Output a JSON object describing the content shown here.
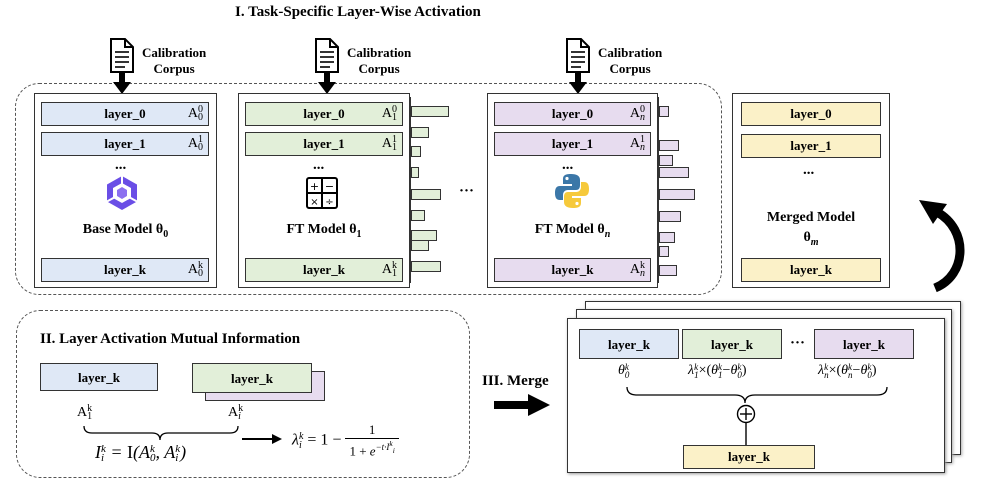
{
  "section1": {
    "title": "I. Task-Specific Layer-Wise Activation"
  },
  "section2": {
    "title": "II. Layer Activation Mutual Information"
  },
  "section3": {
    "title": "III. Merge"
  },
  "calibration": {
    "line1": "Calibration",
    "line2": "Corpus"
  },
  "base_model": {
    "label": "Base Model θ",
    "label_sub": "0",
    "layers": [
      {
        "name": "layer_0",
        "act": "A",
        "sup": "0",
        "sub": "0"
      },
      {
        "name": "layer_1",
        "act": "A",
        "sup": "1",
        "sub": "0"
      },
      {
        "name": "layer_k",
        "act": "A",
        "sup": "k",
        "sub": "0"
      }
    ]
  },
  "ft_model_1": {
    "label": "FT Model θ",
    "label_sub": "1",
    "layers": [
      {
        "name": "layer_0",
        "act": "A",
        "sup": "0",
        "sub": "1"
      },
      {
        "name": "layer_1",
        "act": "A",
        "sup": "1",
        "sub": "1"
      },
      {
        "name": "layer_k",
        "act": "A",
        "sup": "k",
        "sub": "1"
      }
    ]
  },
  "ft_model_n": {
    "label": "FT Model θ",
    "label_sub": "n",
    "layers": [
      {
        "name": "layer_0",
        "act": "A",
        "sup": "0",
        "sub": "n"
      },
      {
        "name": "layer_1",
        "act": "A",
        "sup": "1",
        "sub": "n"
      },
      {
        "name": "layer_k",
        "act": "A",
        "sup": "k",
        "sub": "n"
      }
    ]
  },
  "merged_model": {
    "label": "Merged Model",
    "theta": "θ",
    "theta_sub": "m",
    "layers": [
      "layer_0",
      "layer_1",
      "layer_k"
    ]
  },
  "ellipsis": "...",
  "ellipsis_between": "···",
  "section2_content": {
    "layer_left": "layer_k",
    "layer_right": "layer_k",
    "a_left": "A",
    "a_left_sup": "k",
    "a_left_sub": "1",
    "a_right": "A",
    "a_right_sup": "k",
    "a_right_sub": "i",
    "mi_formula": "I",
    "mi_rhs": "= I(A",
    "lambda_formula": "λ"
  },
  "section3_content": {
    "layer_base": "layer_k",
    "layer_ft1": "layer_k",
    "layer_ftn": "layer_k",
    "layer_out": "layer_k",
    "dots": "···",
    "theta0": "θ",
    "plus": "+"
  },
  "colors": {
    "blue": "#dfe8f6",
    "green": "#e2efd9",
    "purple": "#e7dcef",
    "yellow": "#fbf1c8",
    "python_blue": "#3b77a8",
    "python_yellow": "#f6c93b",
    "qwen_purple": "#6a4ee6"
  },
  "icons": [
    "document-icon",
    "qwen-logo-icon",
    "calculator-icon",
    "python-logo-icon",
    "curved-arrow-icon",
    "arrow-right-icon",
    "plus-circle-icon"
  ]
}
